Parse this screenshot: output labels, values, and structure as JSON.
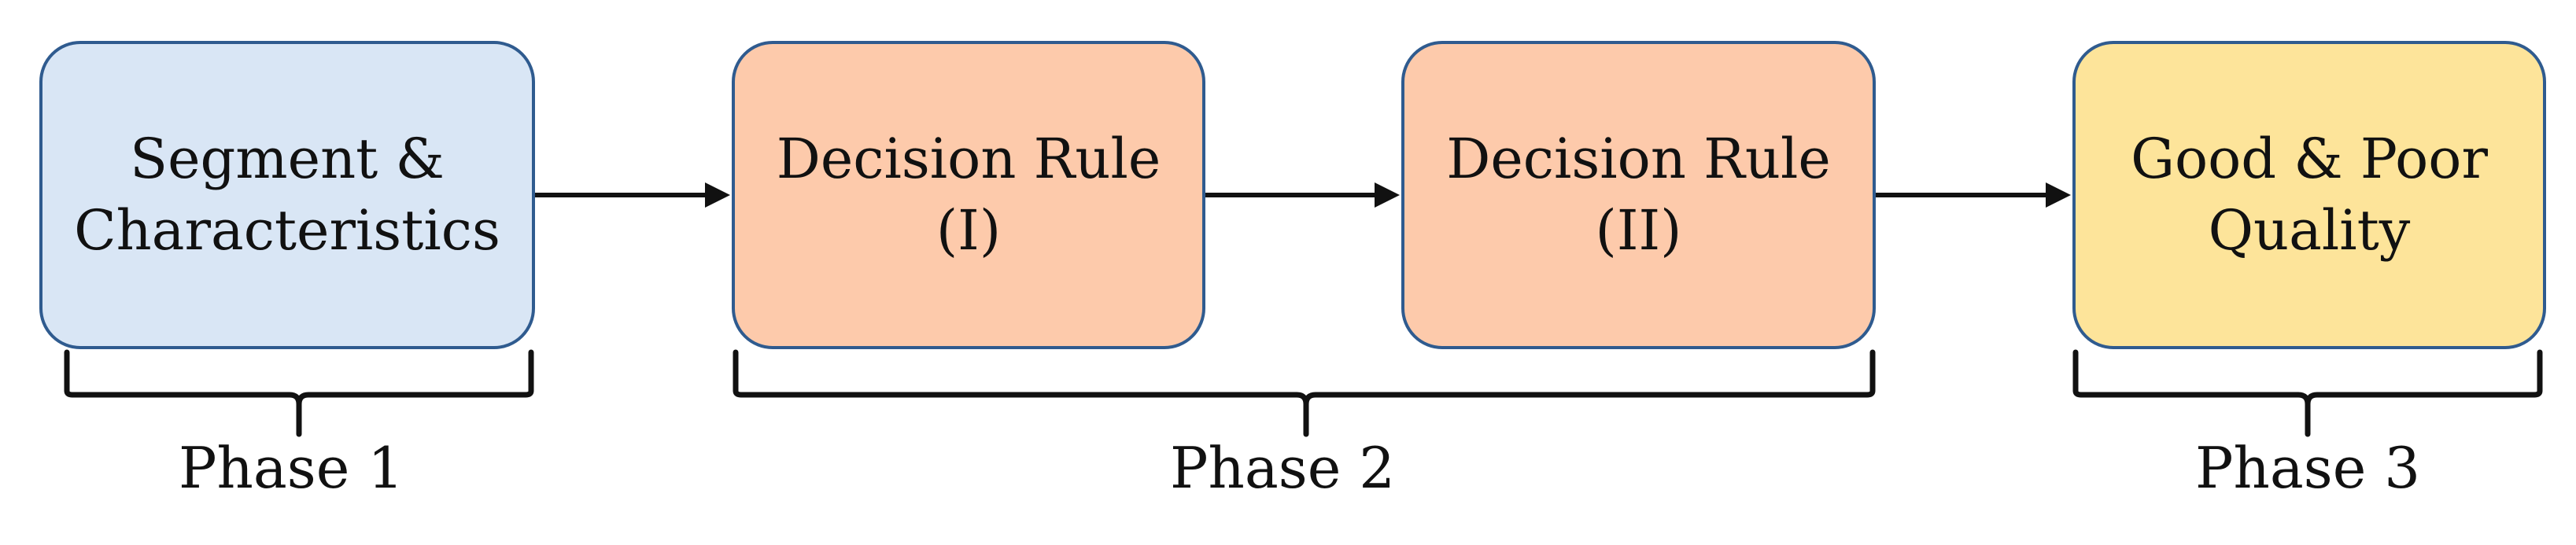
{
  "boxes": [
    {
      "id": "segment",
      "lines": [
        "Segment &",
        "Characteristics"
      ],
      "fill": "#d9e6f5"
    },
    {
      "id": "rule-1",
      "lines": [
        "Decision Rule",
        "(I)"
      ],
      "fill": "#fdcaab"
    },
    {
      "id": "rule-2",
      "lines": [
        "Decision Rule",
        "(II)"
      ],
      "fill": "#fdcaab"
    },
    {
      "id": "quality",
      "lines": [
        "Good & Poor",
        "Quality"
      ],
      "fill": "#fde49a"
    }
  ],
  "phases": {
    "phase_1": "Phase 1",
    "phase_2": "Phase 2",
    "phase_3": "Phase 3"
  },
  "colors": {
    "box_border": "#2f5b8f",
    "arrow": "#111111",
    "bracket": "#111111",
    "text": "#111111"
  }
}
